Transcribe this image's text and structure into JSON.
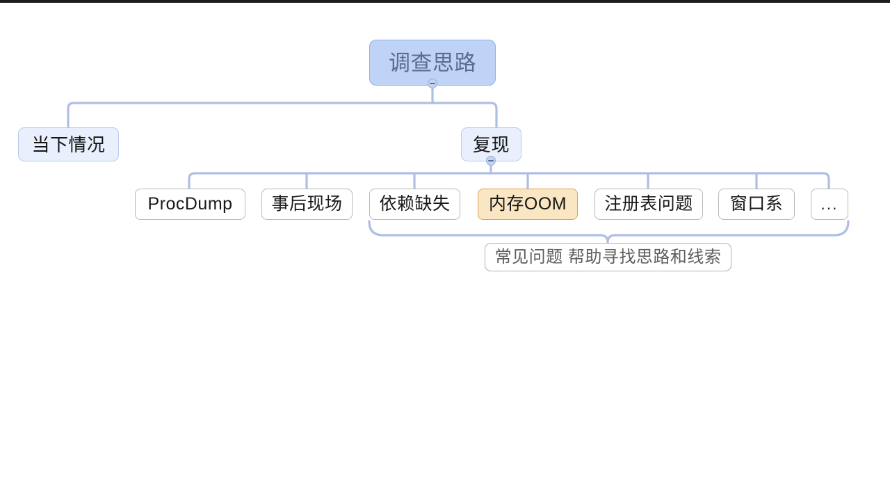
{
  "canvas": {
    "background": "#ffffff",
    "top_bar_color": "#1c1c1c"
  },
  "palette": {
    "edge": "#aebfe3",
    "root_fill": "#bed3f6",
    "root_border": "#8fb0e6",
    "root_text": "#5b6c90",
    "branch_fill": "#e9effc",
    "branch_border": "#b8cbed",
    "leaf_fill": "#ffffff",
    "leaf_border": "#b9b9b9",
    "highlight_fill": "#fbe6c3",
    "highlight_border": "#dfa44f",
    "summary_text": "#5f5f5f",
    "summary_border": "#b0b0b0"
  },
  "mindmap": {
    "root": {
      "label": "调查思路",
      "collapse_icon": "minus-circle-icon"
    },
    "branches": [
      {
        "label": "当下情况",
        "children": []
      },
      {
        "label": "复现",
        "collapse_icon": "minus-circle-icon",
        "children": [
          {
            "label": "ProcDump",
            "highlighted": false
          },
          {
            "label": "事后现场",
            "highlighted": false
          },
          {
            "label": "依赖缺失",
            "highlighted": false
          },
          {
            "label": "内存OOM",
            "highlighted": true
          },
          {
            "label": "注册表问题",
            "highlighted": false
          },
          {
            "label": "窗口系",
            "highlighted": false
          },
          {
            "label": "...",
            "highlighted": false
          }
        ],
        "summary": {
          "label": "常见问题 帮助寻找思路和线索"
        }
      }
    ]
  }
}
